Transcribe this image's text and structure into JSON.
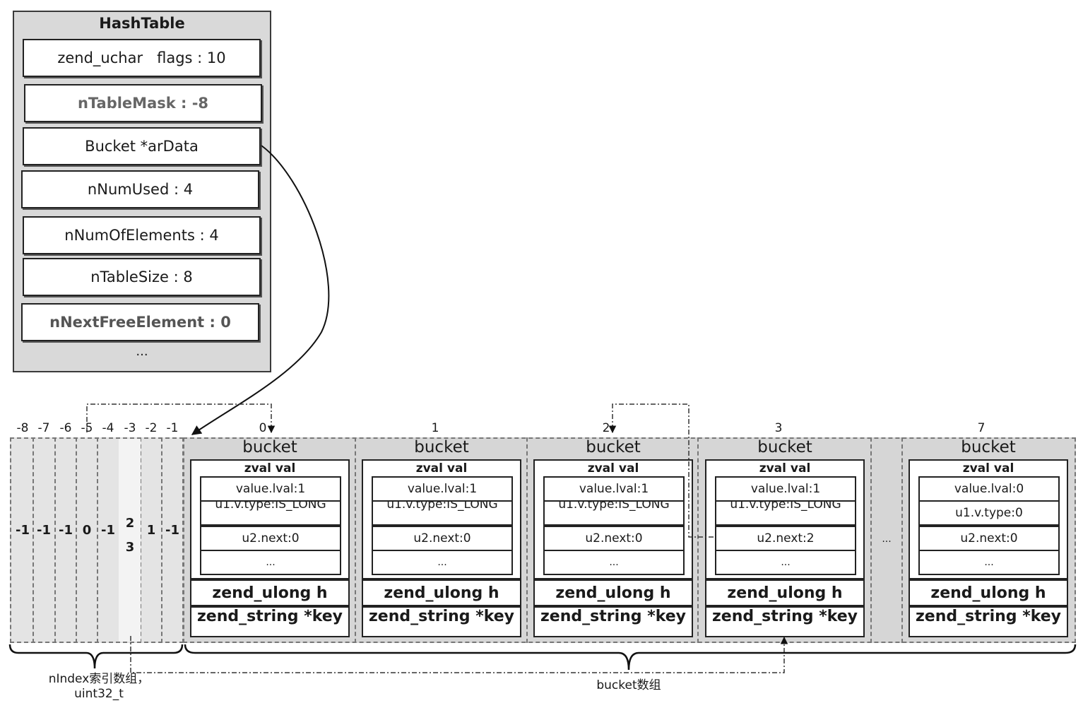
{
  "hashtable": {
    "title": "HashTable",
    "fields": [
      "zend_uchar   flags : 10",
      "nTableMask : -8",
      "Bucket *arData",
      "nNumUsed : 4",
      "nNumOfElements : 4",
      "nTableSize : 8",
      "nNextFreeElement : 0"
    ],
    "more": "..."
  },
  "index_array": {
    "headers": [
      "-8",
      "-7",
      "-6",
      "-5",
      "-4",
      "-3",
      "-2",
      "-1"
    ],
    "values": [
      "-1",
      "-1",
      "-1",
      "0",
      "-1",
      "2\n3",
      "1",
      "-1"
    ],
    "label_line1": "nIndex索引数组，",
    "label_line2": "uint32_t"
  },
  "buckets": [
    {
      "index": "0",
      "title": "bucket",
      "zval_title": "zval val",
      "fields": [
        "value.lval:1",
        "u1.v.type:IS_LONG",
        "u2.next:0",
        "..."
      ],
      "h": "zend_ulong h",
      "key": "zend_string *key"
    },
    {
      "index": "1",
      "title": "bucket",
      "zval_title": "zval val",
      "fields": [
        "value.lval:1",
        "u1.v.type:IS_LONG",
        "u2.next:0",
        "..."
      ],
      "h": "zend_ulong h",
      "key": "zend_string *key"
    },
    {
      "index": "2",
      "title": "bucket",
      "zval_title": "zval val",
      "fields": [
        "value.lval:1",
        "u1.v.type:IS_LONG",
        "u2.next:0",
        "..."
      ],
      "h": "zend_ulong h",
      "key": "zend_string *key"
    },
    {
      "index": "3",
      "title": "bucket",
      "zval_title": "zval val",
      "fields": [
        "value.lval:1",
        "u1.v.type:IS_LONG",
        "u2.next:2",
        "..."
      ],
      "h": "zend_ulong h",
      "key": "zend_string *key"
    },
    {
      "index": "7",
      "title": "bucket",
      "zval_title": "zval val",
      "fields": [
        "value.lval:0",
        "u1.v.type:0",
        "u2.next:0",
        "..."
      ],
      "h": "zend_ulong h",
      "key": "zend_string *key"
    }
  ],
  "ellipsis": "...",
  "bucket_array_label": "bucket数组"
}
